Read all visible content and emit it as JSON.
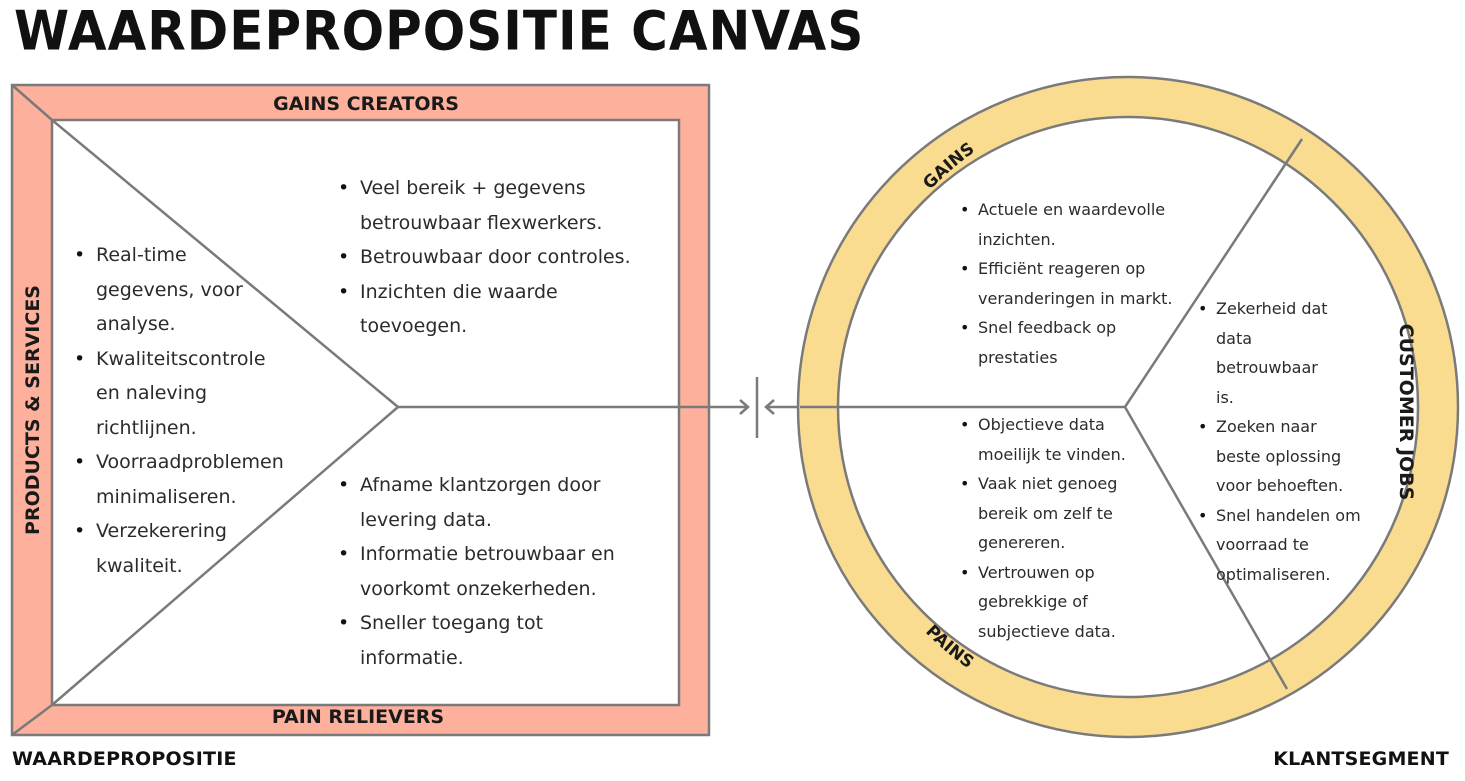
{
  "title": "WAARDEPROPOSITIE CANVAS",
  "colors": {
    "value_map_band": "#fdb09c",
    "customer_ring": "#f9dc8f",
    "outline": "#7a7a7a",
    "text": "#2b2b2b",
    "heading": "#111111"
  },
  "value_map": {
    "footer_label": "WAARDEPROPOSITIE",
    "gains_creators": {
      "label": "GAINS CREATORS",
      "items": [
        "Veel bereik + gegevens betrouwbaar  flexwerkers.",
        "Betrouwbaar door controles.",
        "Inzichten die waarde toevoegen."
      ]
    },
    "products_services": {
      "label": "PRODUCTS & SERVICES",
      "items": [
        "Real-time gegevens, voor analyse.",
        "Kwaliteitscontrole en naleving richtlijnen.",
        "Voorraadproblemen minimaliseren.",
        "Verzekerering kwaliteit."
      ]
    },
    "pain_relievers": {
      "label": "PAIN RELIEVERS",
      "items": [
        "Afname klantzorgen door levering data.",
        "Informatie betrouwbaar en voorkomt onzekerheden.",
        "Sneller toegang tot informatie."
      ]
    }
  },
  "customer_profile": {
    "footer_label": "KLANTSEGMENT",
    "gains": {
      "label": "GAINS",
      "items": [
        "Actuele en waardevolle inzichten.",
        "Efficiënt reageren op veranderingen in markt.",
        "Snel feedback op prestaties"
      ]
    },
    "pains": {
      "label": "PAINS",
      "items": [
        "Objectieve data moeilijk te vinden.",
        "Vaak niet genoeg bereik om zelf te genereren.",
        "Vertrouwen op gebrekkige of subjectieve data."
      ]
    },
    "customer_jobs": {
      "label": "CUSTOMER JOBS",
      "items": [
        "Zekerheid dat data betrouwbaar is.",
        "Zoeken naar beste oplossing voor behoeften.",
        "Snel handelen om voorraad te optimaliseren."
      ]
    }
  }
}
